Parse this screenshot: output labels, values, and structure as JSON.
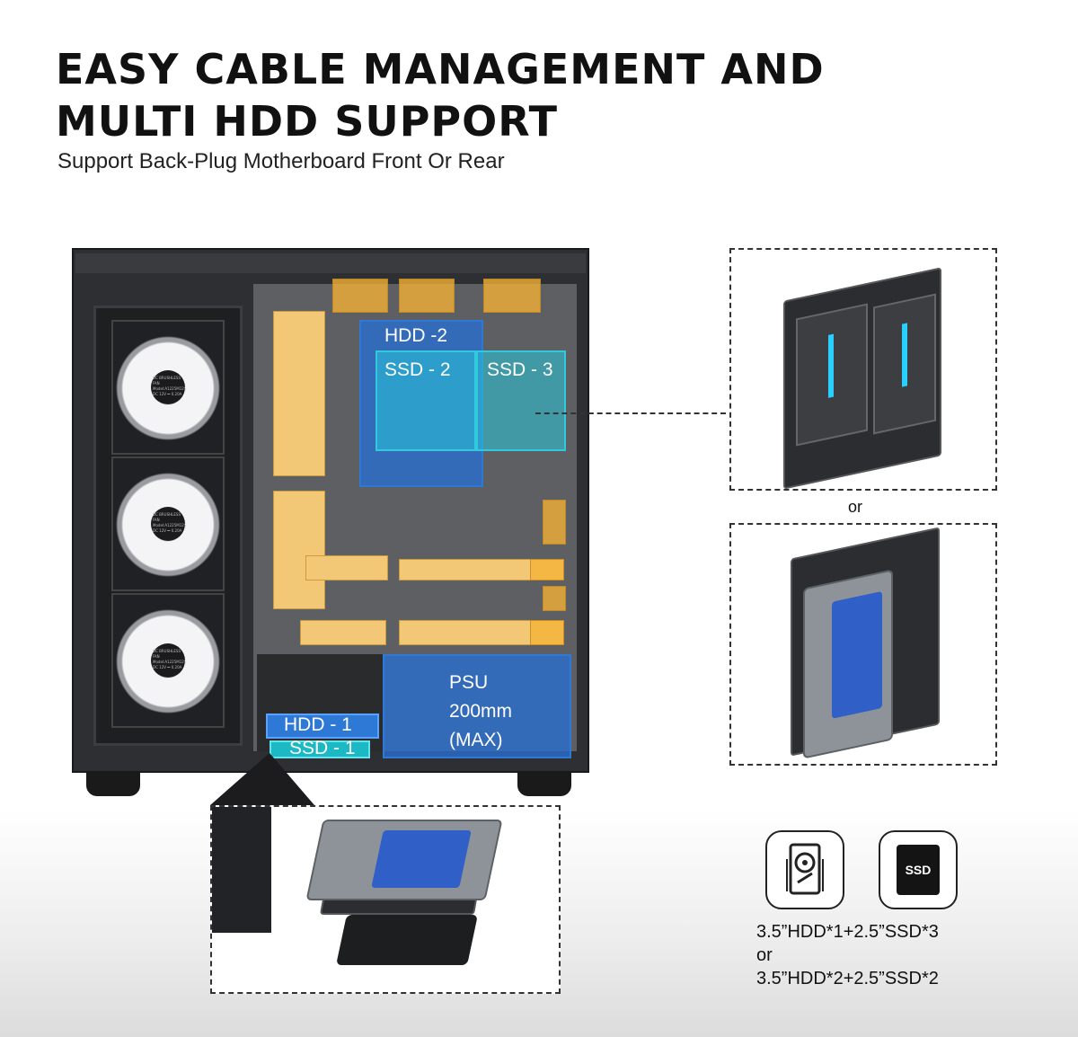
{
  "header": {
    "title_line1": "EASY CABLE MANAGEMENT AND",
    "title_line2": "MULTI HDD SUPPORT",
    "subtitle": "Support Back-Plug Motherboard Front Or Rear"
  },
  "zones": {
    "hdd2": "HDD -2",
    "ssd2": "SSD - 2",
    "ssd3": "SSD - 3",
    "psu_line1": "PSU",
    "psu_line2": "200mm",
    "psu_line3": "(MAX)",
    "hdd1": "HDD - 1",
    "ssd1": "SSD - 1"
  },
  "fan_labels": {
    "line1": "DC BRUSHLESS FAN",
    "line2": "Model:A1225M12S",
    "line3": "DC 12V ⎓ 0.20A"
  },
  "options": {
    "separator": "or"
  },
  "specs": {
    "hdd_icon": "hdd-icon",
    "ssd_icon": "ssd-icon",
    "ssd_icon_text": "SSD",
    "line1": "3.5”HDD*1+2.5”SSD*3",
    "line2": "or",
    "line3": "3.5”HDD*2+2.5”SSD*2"
  },
  "colors": {
    "zone_blue": "#2f79d6",
    "zone_cyan": "#31c9de",
    "cable_orange": "#f6b236"
  }
}
